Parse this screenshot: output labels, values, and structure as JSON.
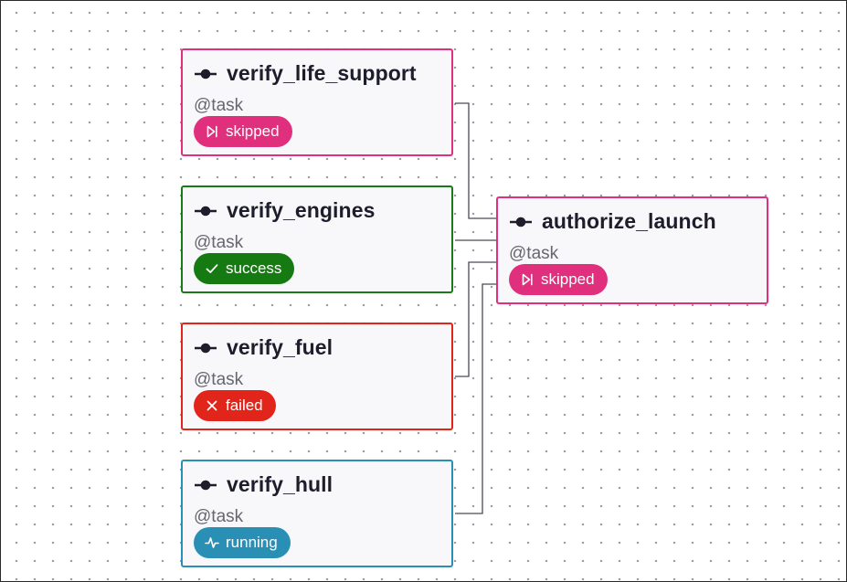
{
  "graph": {
    "nodes": [
      {
        "id": "verify_life_support",
        "title": "verify_life_support",
        "type": "@task",
        "status": "skipped",
        "icon": "skip-icon",
        "color": "#e0307d"
      },
      {
        "id": "verify_engines",
        "title": "verify_engines",
        "type": "@task",
        "status": "success",
        "icon": "check-icon",
        "color": "#1a7a17"
      },
      {
        "id": "verify_fuel",
        "title": "verify_fuel",
        "type": "@task",
        "status": "failed",
        "icon": "x-icon",
        "color": "#e1251b"
      },
      {
        "id": "verify_hull",
        "title": "verify_hull",
        "type": "@task",
        "status": "running",
        "icon": "activity-icon",
        "color": "#2a8fb5"
      },
      {
        "id": "authorize_launch",
        "title": "authorize_launch",
        "type": "@task",
        "status": "skipped",
        "icon": "skip-icon",
        "color": "#e0307d"
      }
    ],
    "edges": [
      {
        "from": "verify_life_support",
        "to": "authorize_launch"
      },
      {
        "from": "verify_engines",
        "to": "authorize_launch"
      },
      {
        "from": "verify_fuel",
        "to": "authorize_launch"
      },
      {
        "from": "verify_hull",
        "to": "authorize_launch"
      }
    ]
  }
}
